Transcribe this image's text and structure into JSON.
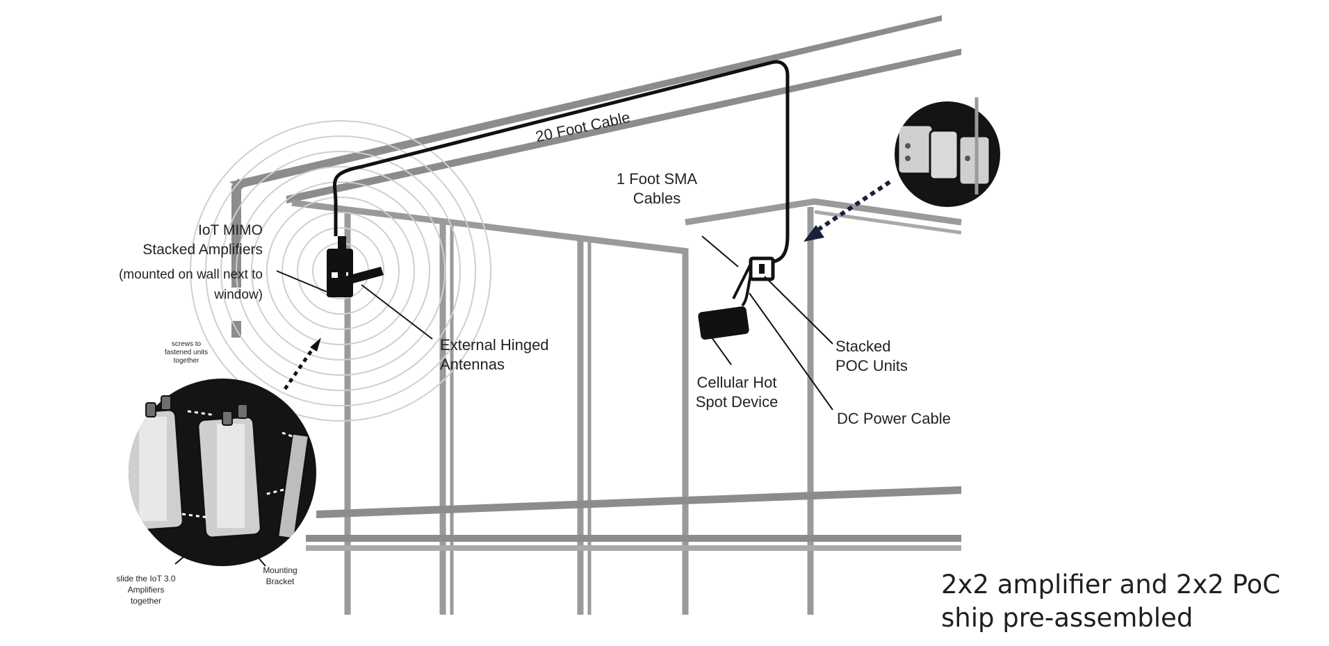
{
  "labels": {
    "cable_20ft": "20 Foot Cable",
    "sma_cables": [
      "1 Foot SMA",
      "Cables"
    ],
    "amplifiers": [
      "IoT MIMO",
      "Stacked Amplifiers",
      "(mounted on wall next to",
      "window)"
    ],
    "antennas": [
      "External Hinged",
      "Antennas"
    ],
    "poc_units": [
      "Stacked",
      "POC Units"
    ],
    "hotspot": [
      "Cellular Hot",
      "Spot Device"
    ],
    "dc_cable": "DC Power Cable",
    "screws_note": [
      "screws to",
      "fastened units",
      "together"
    ],
    "slide_note": [
      "slide the IoT 3.0",
      "Amplifiers",
      "together"
    ],
    "bracket": [
      "Mounting",
      "Bracket"
    ]
  },
  "caption": {
    "line1": "2x2 amplifier and 2x2 PoC",
    "line2": "ship pre-assembled"
  },
  "colors": {
    "structure": "#8c8c8c",
    "structure_light": "#a9a9a9",
    "cable": "#111111",
    "detail_bg": "#141414",
    "arrow": "#1a1f3a",
    "text": "#222222"
  }
}
